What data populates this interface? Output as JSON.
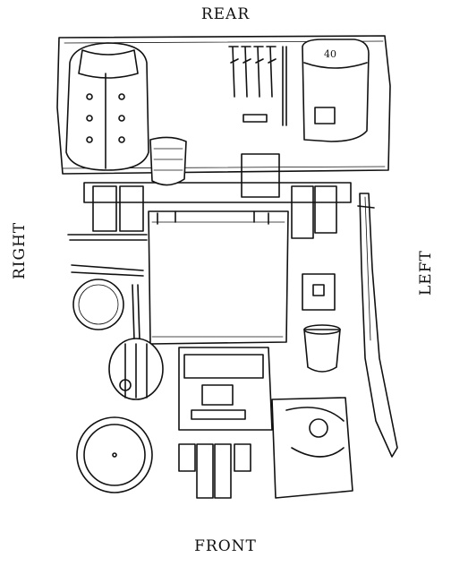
{
  "labels": {
    "rear": "REAR",
    "front": "FRONT",
    "right": "RIGHT",
    "left": "LEFT"
  },
  "canteen_cup_number": "40",
  "colors": {
    "ink": "#111111",
    "paper": "#ffffff"
  }
}
